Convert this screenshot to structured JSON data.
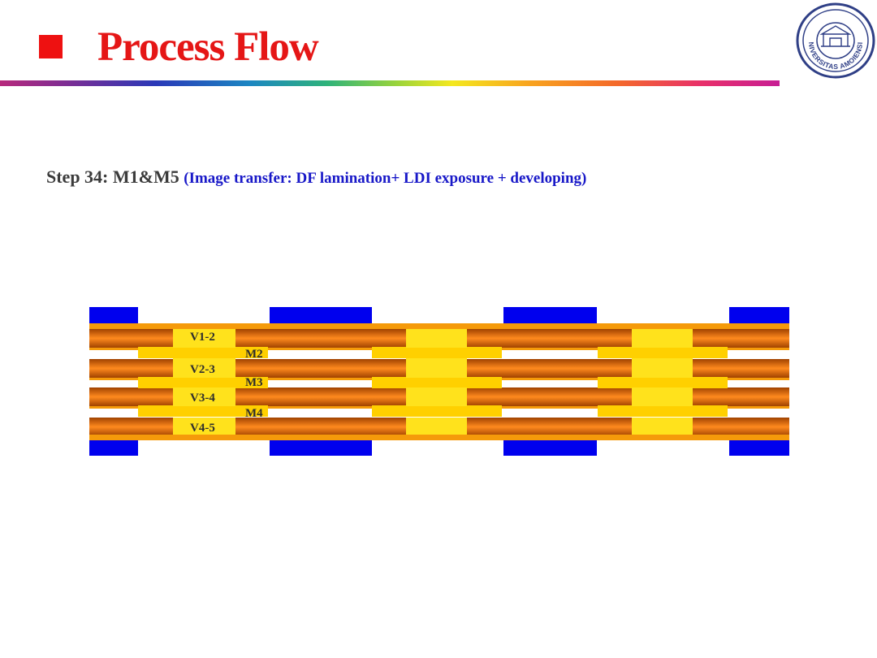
{
  "header": {
    "title": "Process Flow",
    "bullet_color": "#ee1111",
    "title_color": "#e51616",
    "logo_icon": "university-seal-icon",
    "logo_text": "UNIVERSITAS AMOIENSIS"
  },
  "step": {
    "prefix": "Step 34: M1&M5",
    "description": "(Image transfer: DF lamination+ LDI exposure + developing)"
  },
  "diagram": {
    "via_labels": [
      "V1-2",
      "V2-3",
      "V3-4",
      "V4-5"
    ],
    "metal_labels": [
      "M2",
      "M3",
      "M4"
    ],
    "colors": {
      "photoresist": "#0000ee",
      "copper": "#f59a0a",
      "copper_pad": "#ffd000",
      "via": "#ffe21c",
      "core_dark": "#9c3f00",
      "core_light": "#ff8a1e"
    }
  }
}
